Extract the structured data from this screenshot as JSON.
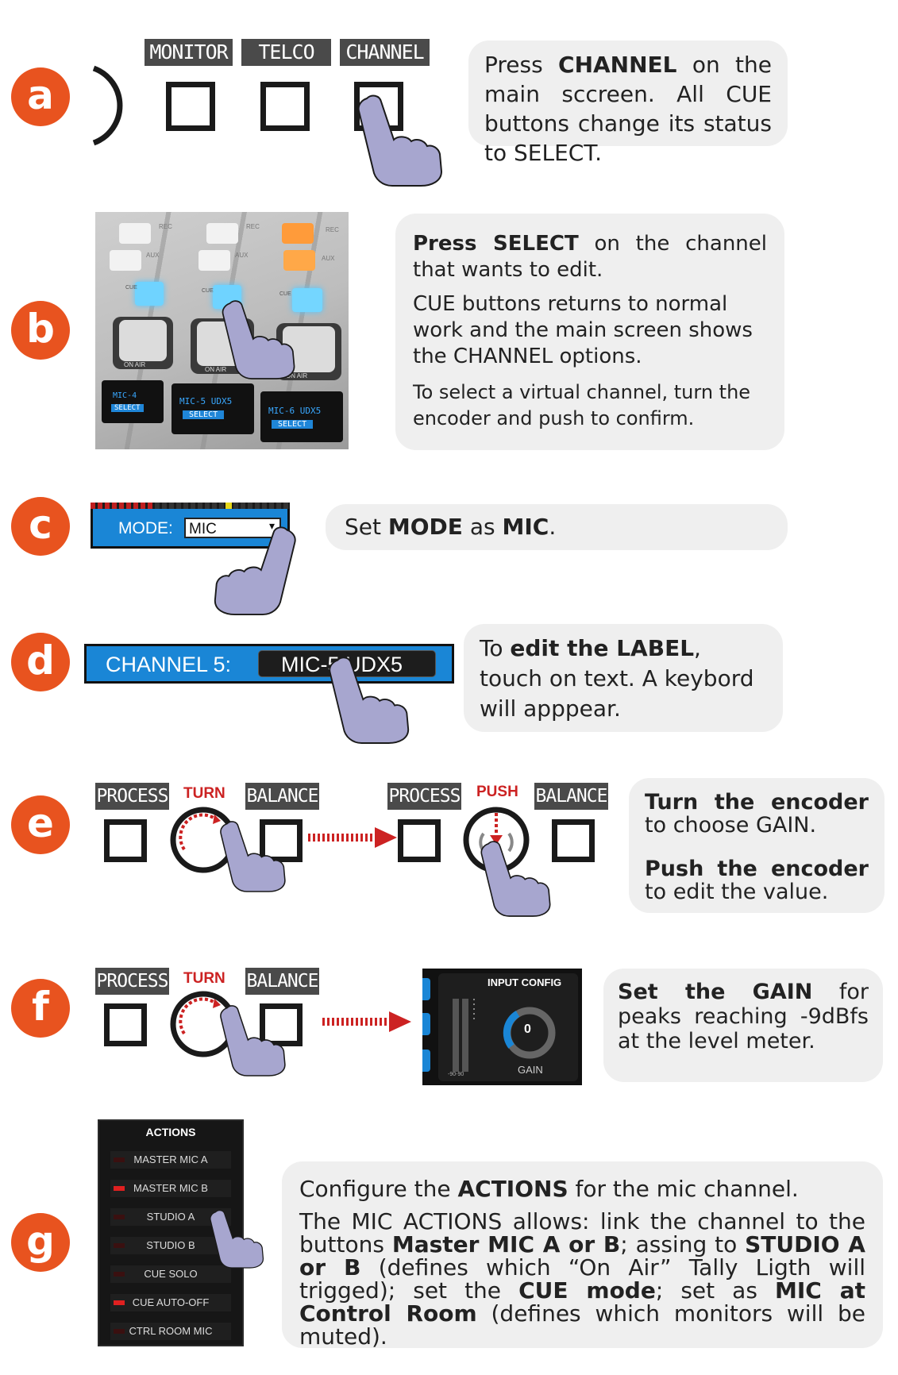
{
  "steps": {
    "a": {
      "letter": "a",
      "tabs": [
        "MONITOR",
        "TELCO",
        "CHANNEL"
      ]
    },
    "b": {
      "letter": "b",
      "photo": {
        "keys_small": [
          "REC",
          "REC",
          "REC"
        ],
        "aux": [
          "AUX",
          "AUX",
          "AUX"
        ],
        "cue": [
          "CUE",
          "CUE",
          "CUE"
        ],
        "onair": [
          "ON AIR",
          "ON AIR",
          "ON AIR"
        ],
        "displays": [
          {
            "name": "MIC-4",
            "sel": "SELECT"
          },
          {
            "name": "MIC-5 UDX5",
            "sel": "SELECT"
          },
          {
            "name": "MIC-6 UDX5",
            "sel": "SELECT"
          }
        ]
      }
    },
    "c": {
      "letter": "c",
      "mode_label": "MODE:",
      "mode_value": "MIC",
      "arrow": "▾"
    },
    "d": {
      "letter": "d",
      "channel_label": "CHANNEL 5:",
      "channel_value": "MIC-5 UDX5"
    },
    "e": {
      "letter": "e",
      "process": "PROCESS",
      "balance": "BALANCE",
      "turn": "TURN",
      "push": "PUSH"
    },
    "f": {
      "letter": "f",
      "process": "PROCESS",
      "balance": "BALANCE",
      "turn": "TURN",
      "panel_title": "INPUT CONFIG",
      "gain_value": "0",
      "gain_label": "GAIN",
      "meter_scale": "-90-90"
    },
    "g": {
      "letter": "g",
      "actions_title": "ACTIONS",
      "actions": [
        {
          "label": "MASTER MIC A",
          "led": "off"
        },
        {
          "label": "MASTER MIC B",
          "led": "on"
        },
        {
          "label": "STUDIO A",
          "led": "off"
        },
        {
          "label": "STUDIO B",
          "led": "off"
        },
        {
          "label": "CUE SOLO",
          "led": "off"
        },
        {
          "label": "CUE AUTO-OFF",
          "led": "on"
        },
        {
          "label": "CTRL ROOM MIC",
          "led": "off"
        }
      ]
    }
  },
  "text": {
    "a": {
      "p1_pre": "Press ",
      "p1_b": "CHANNEL",
      "p1_post": " on the main sccreen. All CUE buttons change its status to SELECT."
    },
    "b": {
      "p1_b": "Press SELECT",
      "p1_post": " on the channel that wants to edit.",
      "p2": "CUE buttons returns to normal work and the main screen shows the CHANNEL options.",
      "p3": "To select a virtual channel, turn the encoder and push to confirm."
    },
    "c": {
      "pre": "Set ",
      "b1": "MODE",
      "mid": " as ",
      "b2": "MIC",
      "post": "."
    },
    "d": {
      "pre": "To ",
      "b": "edit the LABEL",
      "post": ", touch on text. A keybord will apppear."
    },
    "e": {
      "b1": "Turn the encoder",
      "t1": " to choose GAIN.",
      "b2": "Push the encoder",
      "t2": " to edit the value."
    },
    "f": {
      "b": "Set the GAIN",
      "post": " for peaks reaching -9dBfs at the level meter."
    },
    "g": {
      "p1_pre": "Configure the ",
      "p1_b": "ACTIONS",
      "p1_post": " for the mic channel.",
      "p2_1": "The MIC ACTIONS allows: link the channel to the buttons ",
      "p2_b1": "Master MIC A or B",
      "p2_2": "; assing to ",
      "p2_b2": "STUDIO A or B",
      "p2_3": " (defines which “On Air” Tally Ligth will trigged); set the ",
      "p2_b3": "CUE mode",
      "p2_4": "; set as ",
      "p2_b4": "MIC at Control Room",
      "p2_5": " (defines which monitors will be muted)."
    }
  },
  "colors": {
    "step": "#e8531f",
    "bubble": "#efefef",
    "tab": "#4a4a4a",
    "blue_bar": "#1a86d6",
    "hand": "#a7a6cf",
    "red": "#cc2222"
  }
}
